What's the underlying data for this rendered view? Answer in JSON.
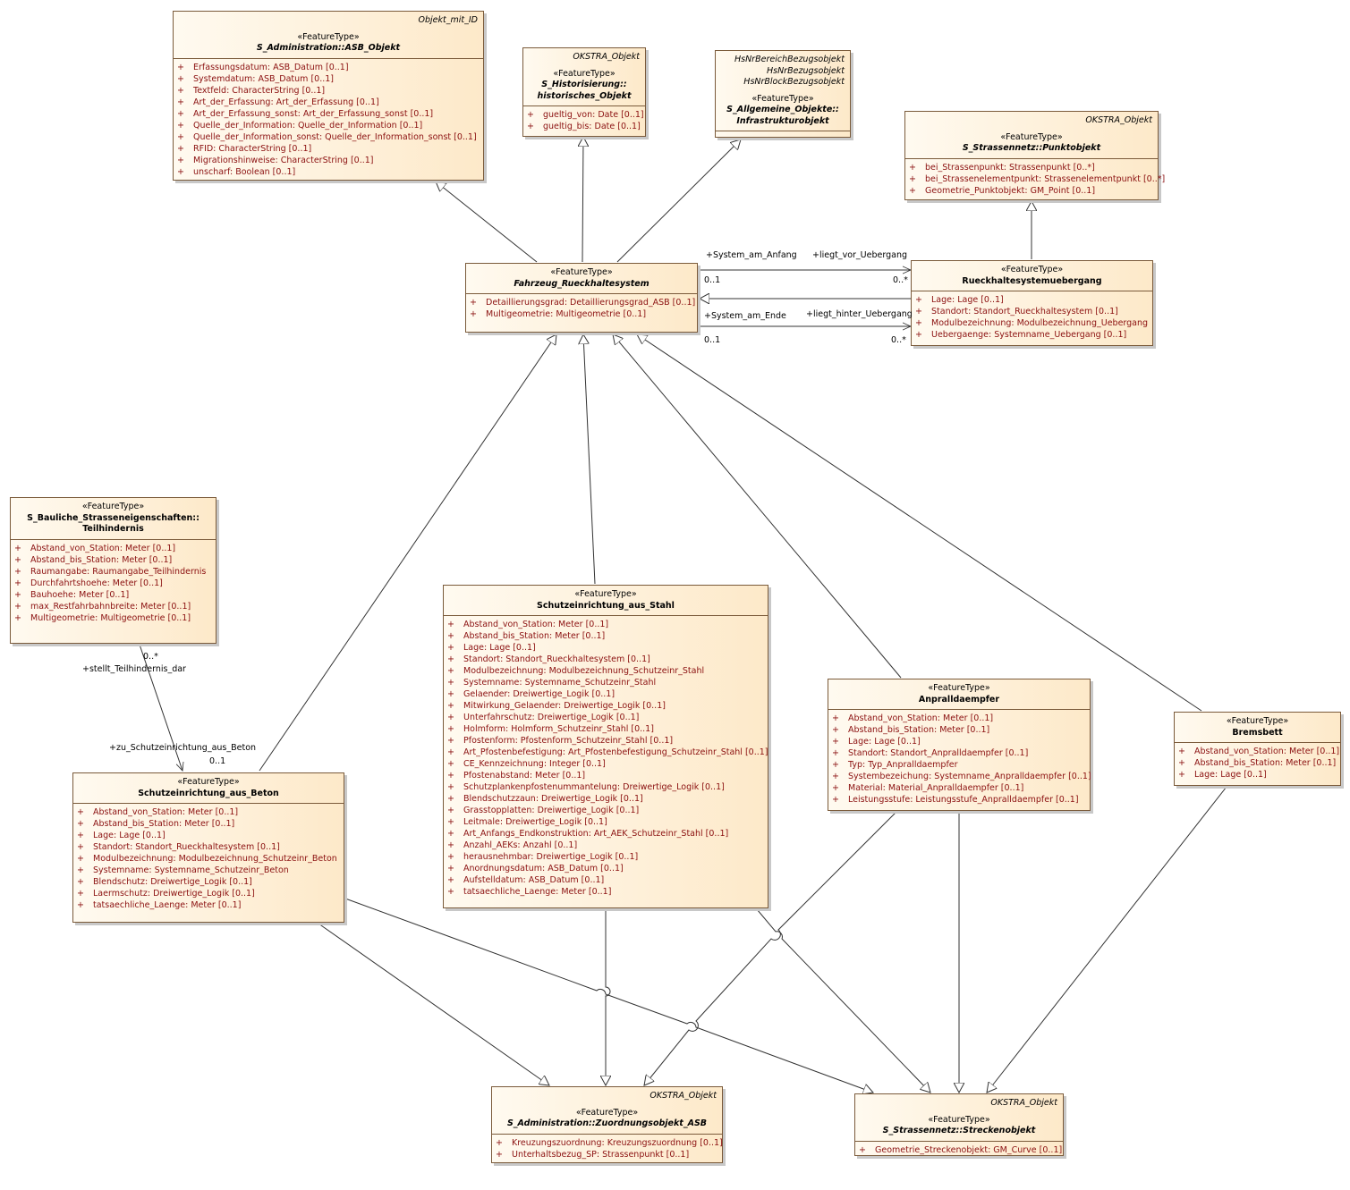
{
  "classes": [
    {
      "id": "asb",
      "parents": [
        "Objekt_mit_ID"
      ],
      "stereotype": "«FeatureType»",
      "name": "S_Administration::ASB_Objekt",
      "name_lines": [
        "S_Administration::ASB_Objekt"
      ],
      "abstract": true,
      "attributes": [
        "Erfassungsdatum: ASB_Datum [0..1]",
        "Systemdatum: ASB_Datum [0..1]",
        "Textfeld: CharacterString [0..1]",
        "Art_der_Erfassung: Art_der_Erfassung [0..1]",
        "Art_der_Erfassung_sonst: Art_der_Erfassung_sonst [0..1]",
        "Quelle_der_Information: Quelle_der_Information [0..1]",
        "Quelle_der_Information_sonst: Quelle_der_Information_sonst [0..1]",
        "RFID: CharacterString [0..1]",
        "Migrationshinweise: CharacterString [0..1]",
        "unscharf: Boolean [0..1]"
      ]
    },
    {
      "id": "hist",
      "parents": [
        "OKSTRA_Objekt"
      ],
      "stereotype": "«FeatureType»",
      "name": "S_Historisierung::historisches_Objekt",
      "name_lines": [
        "S_Historisierung::",
        "historisches_Objekt"
      ],
      "abstract": true,
      "attributes": [
        "gueltig_von: Date [0..1]",
        "gueltig_bis: Date [0..1]"
      ]
    },
    {
      "id": "infra",
      "parents": [
        "HsNrBereichBezugsobjekt",
        "HsNrBezugsobjekt",
        "HsNrBlockBezugsobjekt"
      ],
      "stereotype": "«FeatureType»",
      "name": "S_Allgemeine_Objekte::Infrastrukturobjekt",
      "name_lines": [
        "S_Allgemeine_Objekte::",
        "Infrastrukturobjekt"
      ],
      "abstract": true,
      "attributes": []
    },
    {
      "id": "punkt",
      "parents": [
        "OKSTRA_Objekt"
      ],
      "stereotype": "«FeatureType»",
      "name": "S_Strassennetz::Punktobjekt",
      "name_lines": [
        "S_Strassennetz::Punktobjekt"
      ],
      "abstract": true,
      "attributes": [
        "bei_Strassenpunkt: Strassenpunkt [0..*]",
        "bei_Strassenelementpunkt: Strassenelementpunkt [0..*]",
        "Geometrie_Punktobjekt: GM_Point [0..1]"
      ]
    },
    {
      "id": "frs",
      "parents": [],
      "stereotype": "«FeatureType»",
      "name": "Fahrzeug_Rueckhaltesystem",
      "name_lines": [
        "Fahrzeug_Rueckhaltesystem"
      ],
      "abstract": true,
      "attributes": [
        "Detaillierungsgrad: Detaillierungsgrad_ASB [0..1]",
        "Multigeometrie: Multigeometrie [0..1]"
      ]
    },
    {
      "id": "rsu",
      "parents": [],
      "stereotype": "«FeatureType»",
      "name": "Rueckhaltesystemuebergang",
      "name_lines": [
        "Rueckhaltesystemuebergang"
      ],
      "abstract": false,
      "attributes": [
        "Lage: Lage [0..1]",
        "Standort: Standort_Rueckhaltesystem [0..1]",
        "Modulbezeichnung: Modulbezeichnung_Uebergang",
        "Uebergaenge: Systemname_Uebergang [0..1]"
      ]
    },
    {
      "id": "teil",
      "parents": [],
      "stereotype": "«FeatureType»",
      "name": "S_Bauliche_Strasseneigenschaften::Teilhindernis",
      "name_lines": [
        "S_Bauliche_Strasseneigenschaften::",
        "Teilhindernis"
      ],
      "abstract": false,
      "attributes": [
        "Abstand_von_Station: Meter [0..1]",
        "Abstand_bis_Station: Meter [0..1]",
        "Raumangabe: Raumangabe_Teilhindernis",
        "Durchfahrtshoehe: Meter [0..1]",
        "Bauhoehe: Meter [0..1]",
        "max_Restfahrbahnbreite: Meter [0..1]",
        "Multigeometrie: Multigeometrie [0..1]"
      ]
    },
    {
      "id": "stahl",
      "parents": [],
      "stereotype": "«FeatureType»",
      "name": "Schutzeinrichtung_aus_Stahl",
      "name_lines": [
        "Schutzeinrichtung_aus_Stahl"
      ],
      "abstract": false,
      "attributes": [
        "Abstand_von_Station: Meter [0..1]",
        "Abstand_bis_Station: Meter [0..1]",
        "Lage: Lage [0..1]",
        "Standort: Standort_Rueckhaltesystem [0..1]",
        "Modulbezeichnung: Modulbezeichnung_Schutzeinr_Stahl",
        "Systemname: Systemname_Schutzeinr_Stahl",
        "Gelaender: Dreiwertige_Logik [0..1]",
        "Mitwirkung_Gelaender: Dreiwertige_Logik [0..1]",
        "Unterfahrschutz: Dreiwertige_Logik [0..1]",
        "Holmform: Holmform_Schutzeinr_Stahl [0..1]",
        "Pfostenform: Pfostenform_Schutzeinr_Stahl [0..1]",
        "Art_Pfostenbefestigung: Art_Pfostenbefestigung_Schutzeinr_Stahl [0..1]",
        "CE_Kennzeichnung: Integer [0..1]",
        "Pfostenabstand: Meter [0..1]",
        "Schutzplankenpfostenummantelung: Dreiwertige_Logik [0..1]",
        "Blendschutzzaun: Dreiwertige_Logik [0..1]",
        "Grasstopplatten: Dreiwertige_Logik [0..1]",
        "Leitmale: Dreiwertige_Logik [0..1]",
        "Art_Anfangs_Endkonstruktion: Art_AEK_Schutzeinr_Stahl [0..1]",
        "Anzahl_AEKs: Anzahl [0..1]",
        "herausnehmbar: Dreiwertige_Logik [0..1]",
        "Anordnungsdatum: ASB_Datum [0..1]",
        "Aufstelldatum: ASB_Datum [0..1]",
        "tatsaechliche_Laenge: Meter [0..1]"
      ]
    },
    {
      "id": "anprall",
      "parents": [],
      "stereotype": "«FeatureType»",
      "name": "Anpralldaempfer",
      "name_lines": [
        "Anpralldaempfer"
      ],
      "abstract": false,
      "attributes": [
        "Abstand_von_Station: Meter [0..1]",
        "Abstand_bis_Station: Meter [0..1]",
        "Lage: Lage [0..1]",
        "Standort: Standort_Anpralldaempfer [0..1]",
        "Typ: Typ_Anpralldaempfer",
        "Systembezeichung: Systemname_Anpralldaempfer [0..1]",
        "Material: Material_Anpralldaempfer [0..1]",
        "Leistungsstufe: Leistungsstufe_Anpralldaempfer [0..1]"
      ]
    },
    {
      "id": "brems",
      "parents": [],
      "stereotype": "«FeatureType»",
      "name": "Bremsbett",
      "name_lines": [
        "Bremsbett"
      ],
      "abstract": false,
      "attributes": [
        "Abstand_von_Station: Meter [0..1]",
        "Abstand_bis_Station: Meter [0..1]",
        "Lage: Lage [0..1]"
      ]
    },
    {
      "id": "beton",
      "parents": [],
      "stereotype": "«FeatureType»",
      "name": "Schutzeinrichtung_aus_Beton",
      "name_lines": [
        "Schutzeinrichtung_aus_Beton"
      ],
      "abstract": false,
      "attributes": [
        "Abstand_von_Station: Meter [0..1]",
        "Abstand_bis_Station: Meter [0..1]",
        "Lage: Lage [0..1]",
        "Standort: Standort_Rueckhaltesystem [0..1]",
        "Modulbezeichnung: Modulbezeichnung_Schutzeinr_Beton",
        "Systemname: Systemname_Schutzeinr_Beton",
        "Blendschutz: Dreiwertige_Logik [0..1]",
        "Laermschutz: Dreiwertige_Logik [0..1]",
        "tatsaechliche_Laenge: Meter [0..1]"
      ]
    },
    {
      "id": "zuord",
      "parents": [
        "OKSTRA_Objekt"
      ],
      "stereotype": "«FeatureType»",
      "name": "S_Administration::Zuordnungsobjekt_ASB",
      "name_lines": [
        "S_Administration::Zuordnungsobjekt_ASB"
      ],
      "abstract": true,
      "attributes": [
        "Kreuzungszuordnung: Kreuzungszuordnung [0..1]",
        "Unterhaltsbezug_SP: Strassenpunkt [0..1]"
      ]
    },
    {
      "id": "strecke",
      "parents": [
        "OKSTRA_Objekt"
      ],
      "stereotype": "«FeatureType»",
      "name": "S_Strassennetz::Streckenobjekt",
      "name_lines": [
        "S_Strassennetz::Streckenobjekt"
      ],
      "abstract": true,
      "attributes": [
        "Geometrie_Streckenobjekt: GM_Curve [0..1]"
      ]
    }
  ],
  "labels": {
    "system_am_anfang": "+System_am_Anfang",
    "liegt_vor_uebergang": "+liegt_vor_Uebergang",
    "system_am_ende": "+System_am_Ende",
    "liegt_hinter_uebergang": "+liegt_hinter_Uebergang",
    "mult_01_a": "0..1",
    "mult_0n_a": "0..*",
    "mult_01_b": "0..1",
    "mult_0n_b": "0..*",
    "stellt_teilhindernis_dar": "+stellt_Teilhindernis_dar",
    "mult_teil": "0..*",
    "zu_schutzeinrichtung_aus_beton": "+zu_Schutzeinrichtung_aus_Beton",
    "mult_beton": "0..1"
  },
  "colors": {
    "attribute_text": "#8b1010",
    "class_border": "#7a5a3a",
    "class_fill_left": "#fffaf0",
    "class_fill_right": "#fde9c9"
  }
}
